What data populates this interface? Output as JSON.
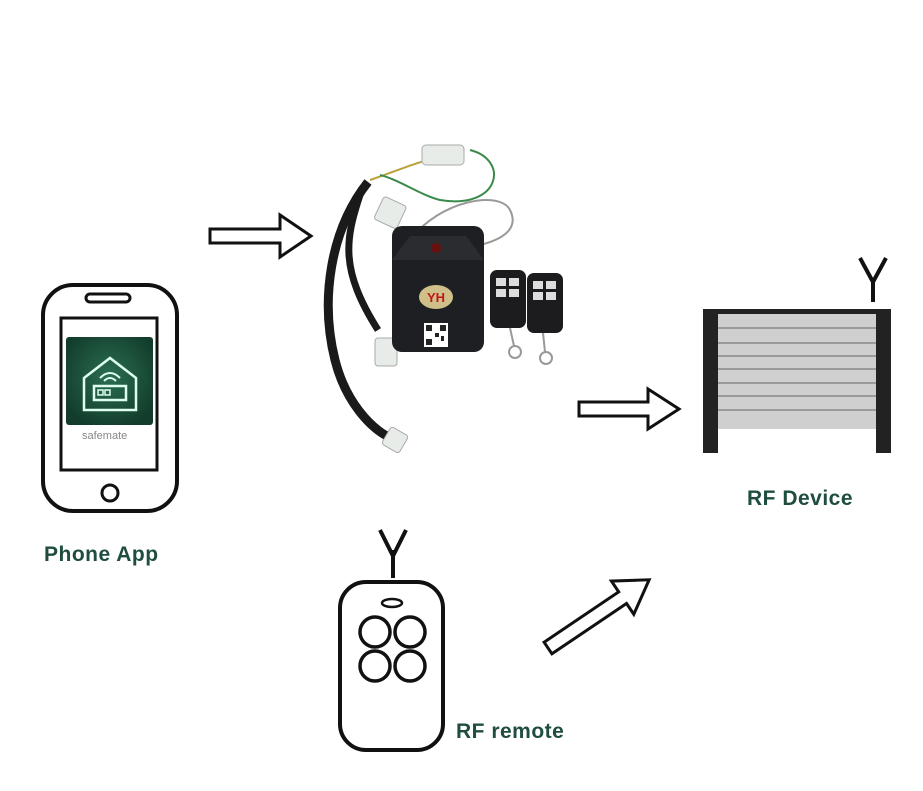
{
  "nodes": {
    "phone": {
      "label": "Phone App",
      "app_name": "safemate",
      "app_color": "#1e5a42"
    },
    "controller": {
      "badge": "YH"
    },
    "device": {
      "label": "RF Device"
    },
    "remote": {
      "label": "RF remote"
    }
  },
  "colors": {
    "label": "#1f4d40",
    "stroke": "#111111"
  },
  "edges": [
    {
      "from": "phone",
      "to": "controller"
    },
    {
      "from": "controller",
      "to": "device"
    },
    {
      "from": "remote",
      "to": "device"
    }
  ]
}
